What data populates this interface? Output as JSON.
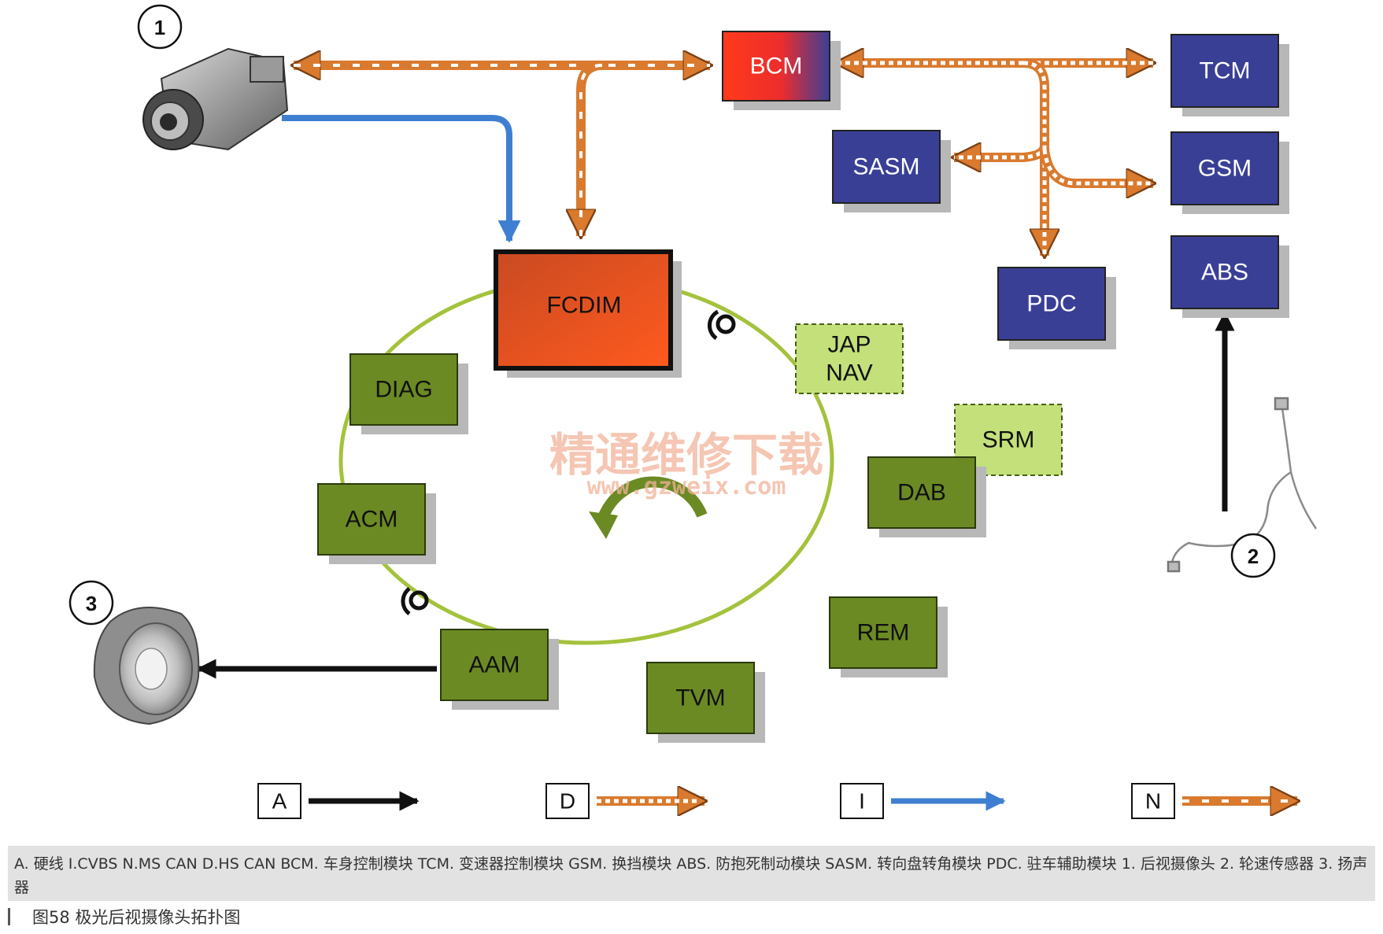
{
  "modules": {
    "bcm": "BCM",
    "tcm": "TCM",
    "sasm": "SASM",
    "gsm": "GSM",
    "pdc": "PDC",
    "abs": "ABS",
    "fcdim": "FCDIM",
    "jap_nav_line1": "JAP",
    "jap_nav_line2": "NAV",
    "srm": "SRM",
    "diag": "DIAG",
    "acm": "ACM",
    "dab": "DAB",
    "rem": "REM",
    "tvm": "TVM",
    "aam": "AAM"
  },
  "callouts": {
    "camera": "1",
    "wheel_sensor": "2",
    "speaker": "3"
  },
  "legend": [
    {
      "letter": "A",
      "line": "hardwire"
    },
    {
      "letter": "D",
      "line": "hs-can"
    },
    {
      "letter": "I",
      "line": "cvbs"
    },
    {
      "letter": "N",
      "line": "ms-can"
    }
  ],
  "watermark": {
    "cn": "精通维修下载",
    "url": "www.gzweix.com"
  },
  "caption": "A. 硬线 I.CVBS N.MS CAN D.HS CAN BCM. 车身控制模块  TCM. 变速器控制模块 GSM. 换挡模块 ABS. 防抱死制动模块 SASM. 转向盘转角模块 PDC. 驻车辅助模块 1. 后视摄像头 2. 轮速传感器 3. 扬声器",
  "figure_title": "图58  极光后视摄像头拓扑图",
  "colors": {
    "dark_module": "#3a3f96",
    "green_module": "#6b8a24",
    "light_green": "#c3e07a",
    "can_orange": "#d97a2e",
    "cvbs_blue": "#3f7fd1",
    "ring_green": "#a4c23c"
  }
}
